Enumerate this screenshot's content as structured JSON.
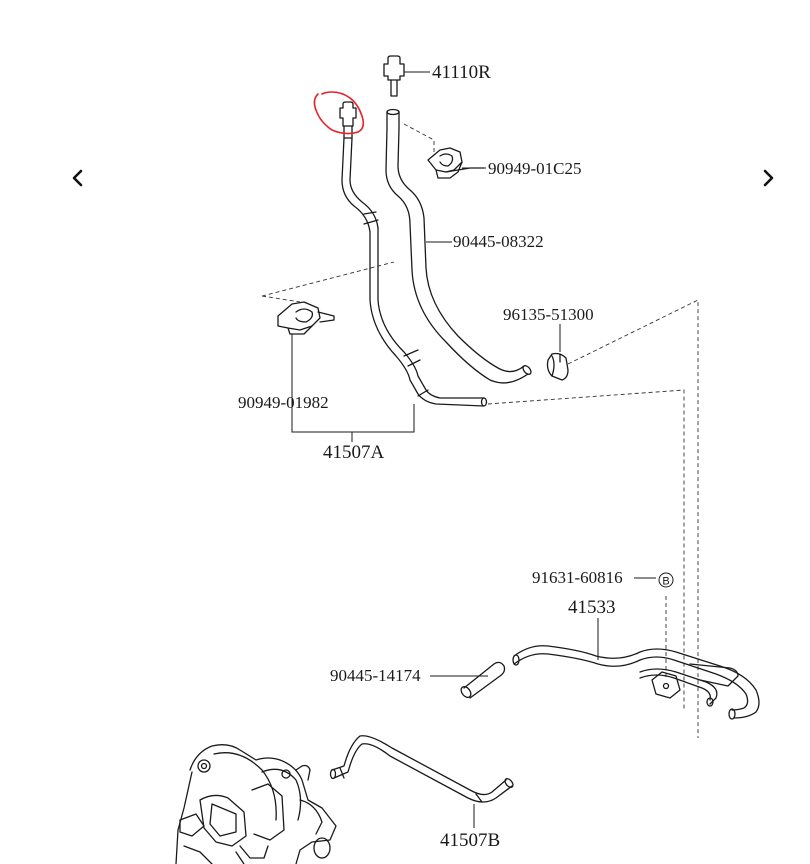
{
  "navigation": {
    "prev_icon": "chevron-left-icon",
    "next_icon": "chevron-right-icon"
  },
  "labels": {
    "p41110R": "41110R",
    "p90949_01C25": "90949-01C25",
    "p90445_08322": "90445-08322",
    "p96135_51300": "96135-51300",
    "p90949_01982": "90949-01982",
    "p41507A": "41507A",
    "p91631_60816": "91631-60816",
    "pB": "B",
    "p41533": "41533",
    "p90445_14174": "90445-14174",
    "p41507B": "41507B"
  },
  "colors": {
    "line": "#1a1a1a",
    "annotation": "#e8202a",
    "background": "#ffffff"
  }
}
